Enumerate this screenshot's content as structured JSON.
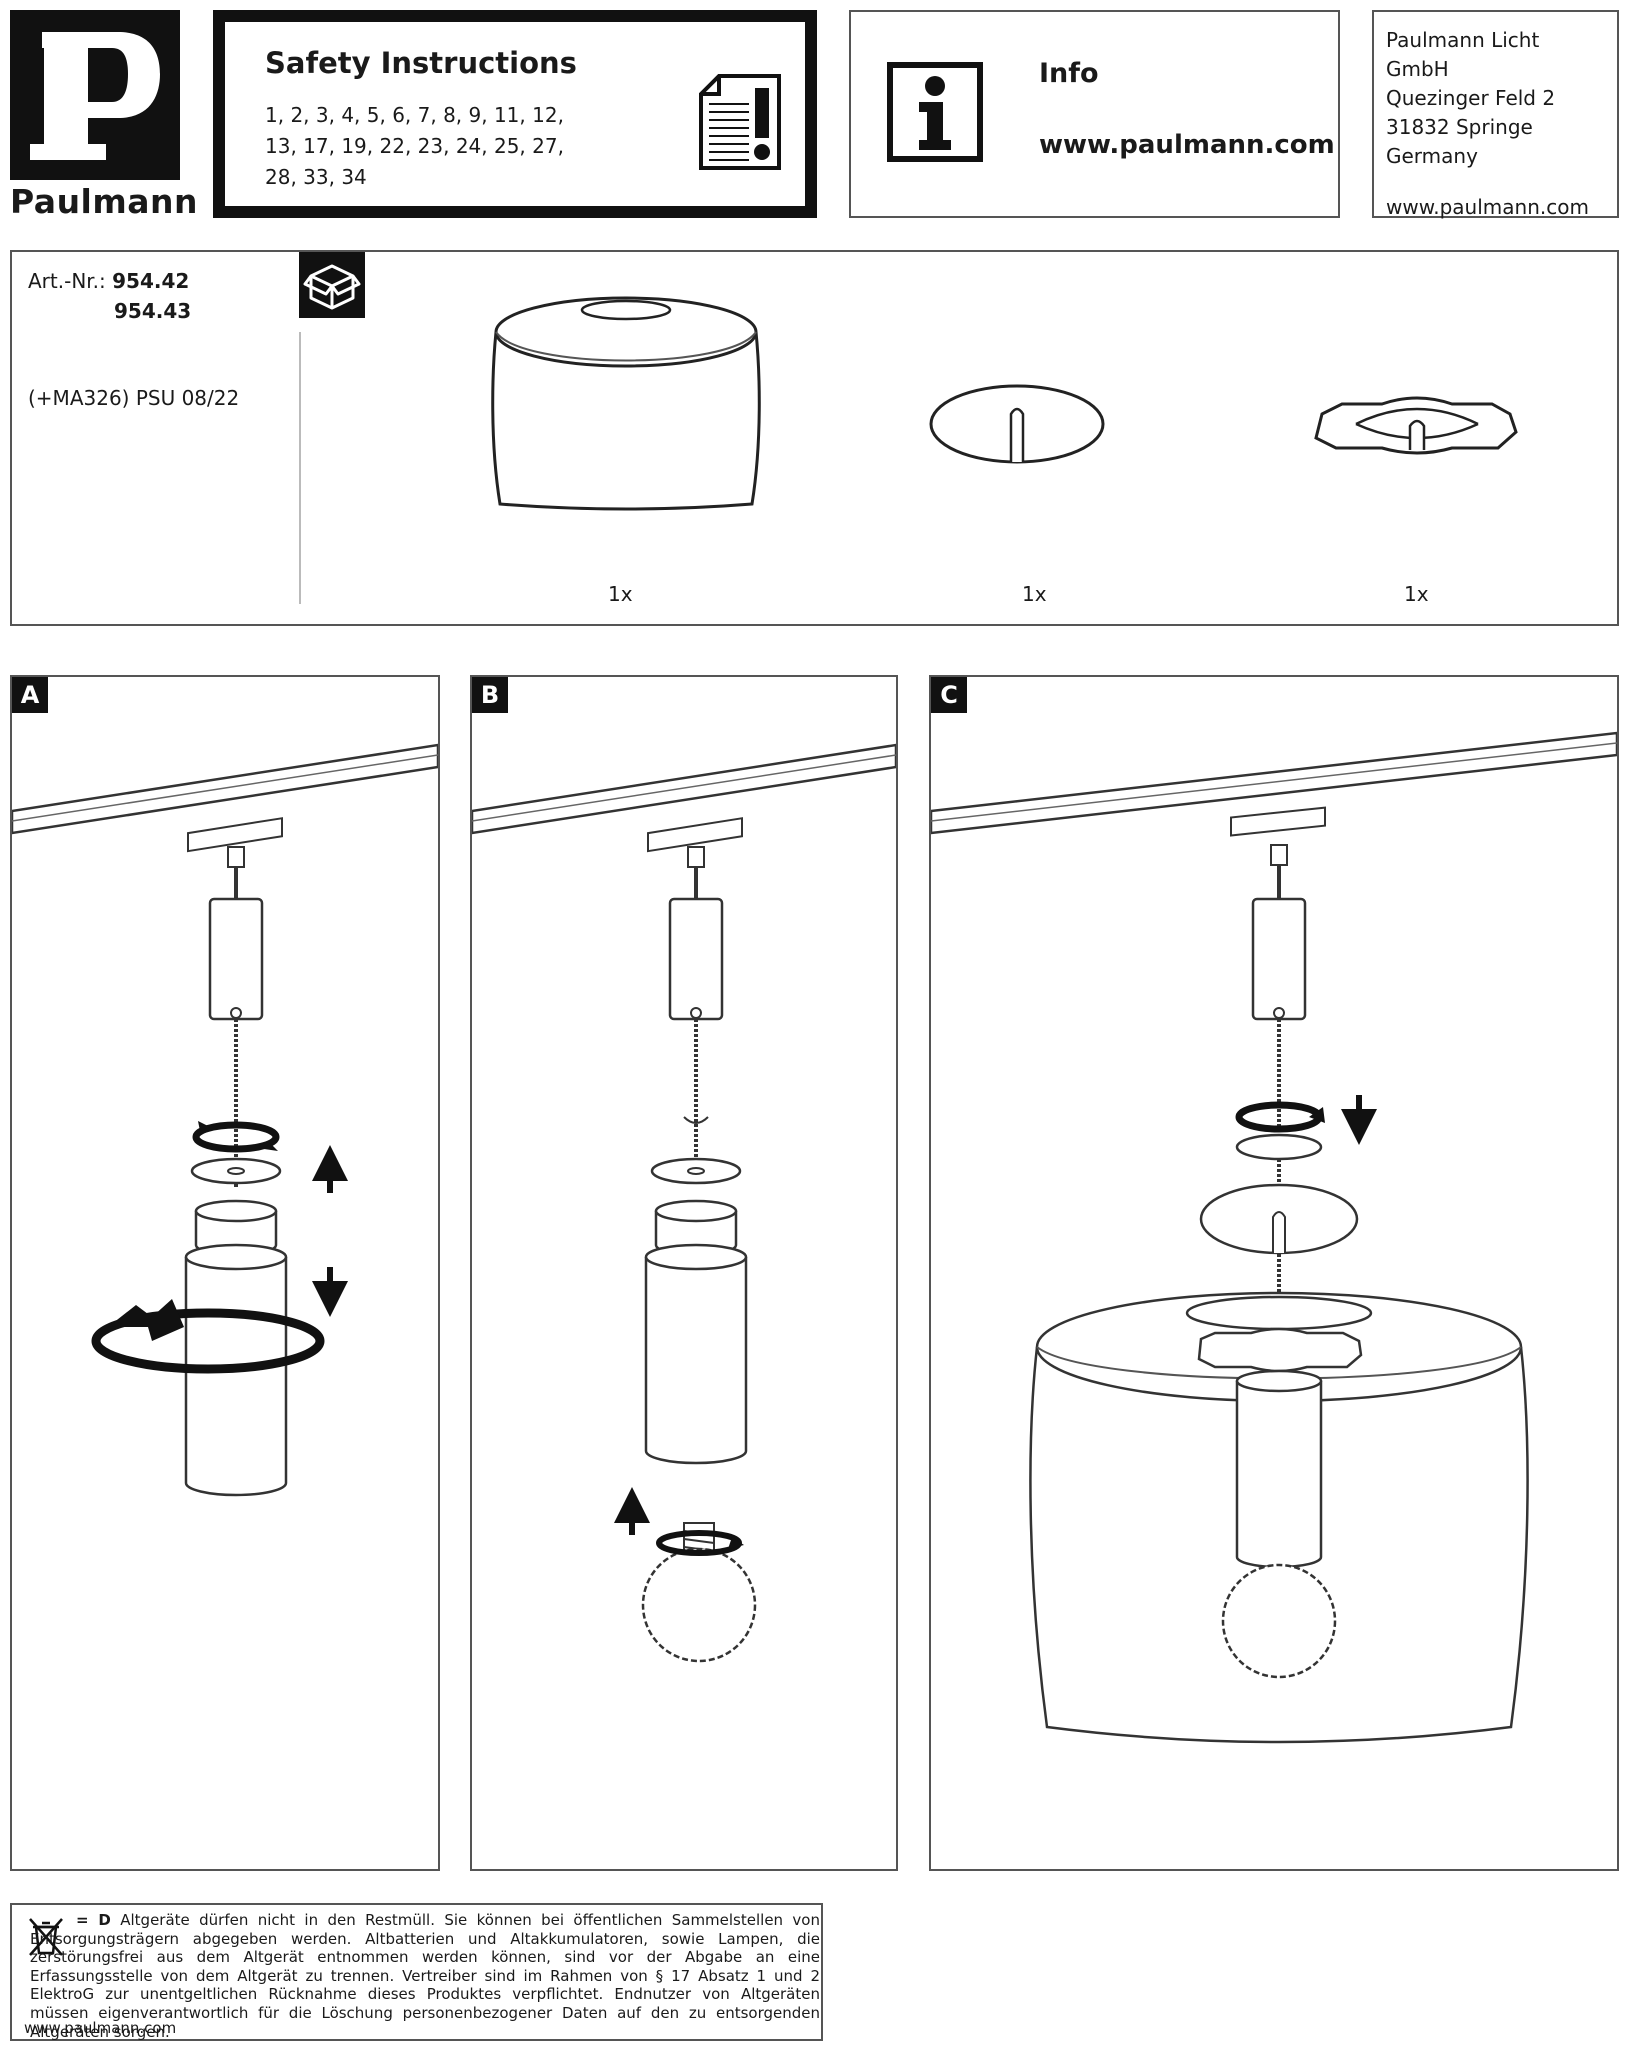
{
  "header": {
    "brand": "Paulmann",
    "logo_letter": "P",
    "safety": {
      "title": "Safety Instructions",
      "lines": [
        "1, 2, 3, 4, 5, 6, 7, 8, 9, 11, 12,",
        "13, 17, 19, 22, 23, 24, 25, 27,",
        "28, 33, 34"
      ],
      "icon": "document-warning-icon"
    },
    "info": {
      "title": "Info",
      "url": "www.paulmann.com",
      "icon": "info-icon"
    },
    "address": {
      "lines": [
        "Paulmann Licht GmbH",
        "Quezinger Feld 2",
        "31832 Springe",
        "Germany"
      ],
      "url": "www.paulmann.com"
    }
  },
  "parts": {
    "art_label": "Art.-Nr.: ",
    "art_numbers": [
      "954.42",
      "954.43"
    ],
    "revision": "(+MA326) PSU 08/22",
    "box_icon": "package-icon",
    "items": [
      {
        "part": "glass-shade",
        "qty": "1x"
      },
      {
        "part": "disc",
        "qty": "1x"
      },
      {
        "part": "clip",
        "qty": "1x"
      }
    ]
  },
  "steps": [
    {
      "label": "A"
    },
    {
      "label": "B"
    },
    {
      "label": "C"
    }
  ],
  "disposal": {
    "icon": "crossed-bin-icon",
    "lead": "= D",
    "text": " Altgeräte dürfen nicht in den Restmüll. Sie können bei öffentlichen Sammelstellen von Entsorgungsträgern abgegeben werden. Altbatterien und Altakkumulatoren, sowie Lampen, die zerstörungsfrei aus dem Altgerät entnommen werden können, sind vor der Abgabe an eine Erfassungsstelle von dem Altgerät zu trennen. Vertreiber sind im Rahmen von § 17 Absatz 1 und 2 ElektroG zur unentgeltlichen Rücknahme dieses Produktes verpflichtet. Endnutzer von Altgeräten müssen eigenverantwortlich für die Löschung personenbezogener Daten auf den zu entsorgenden Altgeräten sorgen.",
    "url": "www.paulmann.com"
  }
}
